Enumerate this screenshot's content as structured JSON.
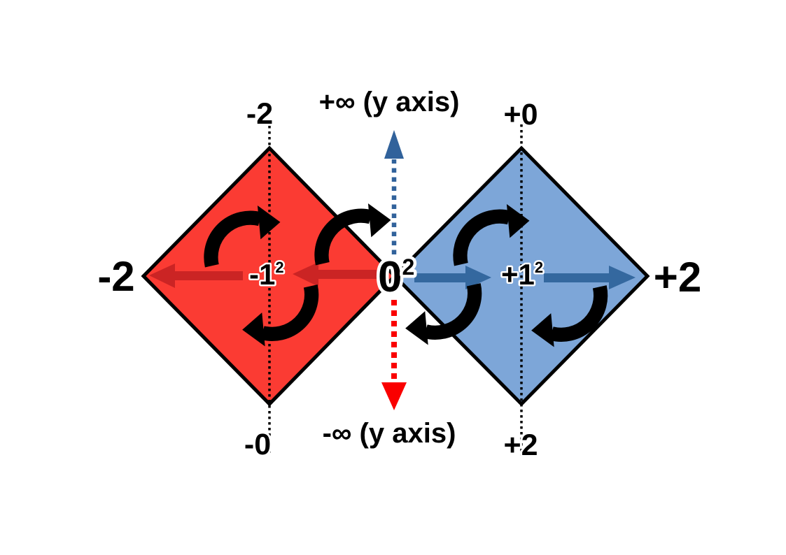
{
  "colors": {
    "red_fill": "#FB3B33",
    "red_arrow": "#CB2424",
    "red_dash": "#FA0000",
    "blue_fill": "#7DA6D8",
    "blue_arrow": "#34689F",
    "blue_dash": "#31629B",
    "outline": "#000000",
    "rotation_arrow": "#000000"
  },
  "y_axis": {
    "positive_label": "+∞ (y axis)",
    "negative_label": "-∞ (y axis)"
  },
  "origin": {
    "base": "0",
    "exponent": "2"
  },
  "left_diamond": {
    "top_label": "-2",
    "left_label": "-2",
    "bottom_label": "-0",
    "center_base": "-1",
    "center_exponent": "2"
  },
  "right_diamond": {
    "top_label": "+0",
    "right_label": "+2",
    "bottom_label": "+2",
    "center_base": "+1",
    "center_exponent": "2"
  }
}
